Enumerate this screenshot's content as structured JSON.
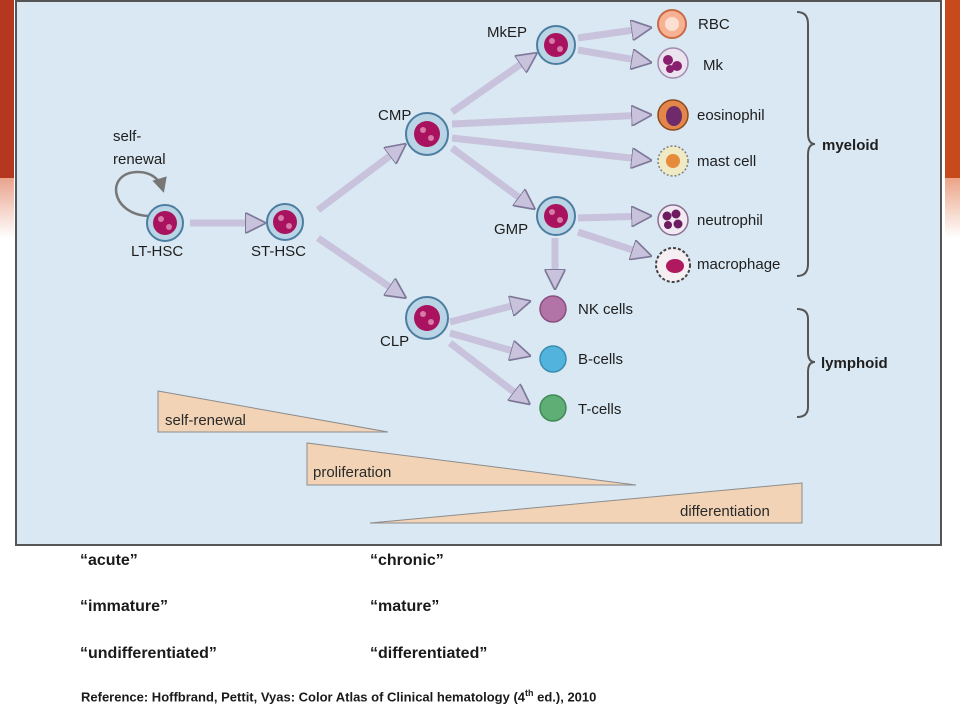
{
  "diagram": {
    "labels": {
      "self_renewal_loop": [
        "self-",
        "renewal"
      ],
      "lt_hsc": "LT-HSC",
      "st_hsc": "ST-HSC",
      "cmp": "CMP",
      "clp": "CLP",
      "mkep": "MkEP",
      "gmp": "GMP",
      "rbc": "RBC",
      "mk": "Mk",
      "eosinophil": "eosinophil",
      "mast_cell": "mast cell",
      "neutrophil": "neutrophil",
      "macrophage": "macrophage",
      "nk_cells": "NK cells",
      "b_cells": "B-cells",
      "t_cells": "T-cells"
    },
    "groups": {
      "myeloid": "myeloid",
      "lymphoid": "lymphoid"
    },
    "gradients": {
      "self_renewal": "self-renewal",
      "proliferation": "proliferation",
      "differentiation": "differentiation"
    },
    "colors": {
      "panel_bg": "#d9e8f2",
      "arrow": "#c8c2dc",
      "arrow_stroke": "#7e7898",
      "triangle": "#f2d3b6",
      "stem_cytoplasm": "#b9d5e5",
      "stem_nucleus": "#a8125e",
      "nk": "#b274a6",
      "b_cell": "#52b3dd",
      "t_cell": "#5fae76"
    }
  },
  "terms": {
    "left": [
      "“acute”",
      "“immature”",
      "“undifferentiated”"
    ],
    "right": [
      "“chronic”",
      "“mature”",
      "“differentiated”"
    ]
  },
  "reference": {
    "prefix": "Reference: Hoffbrand, Pettit, Vyas: Color Atlas of Clinical hematology (4",
    "sup": "th",
    "suffix": " ed.), 2010"
  }
}
